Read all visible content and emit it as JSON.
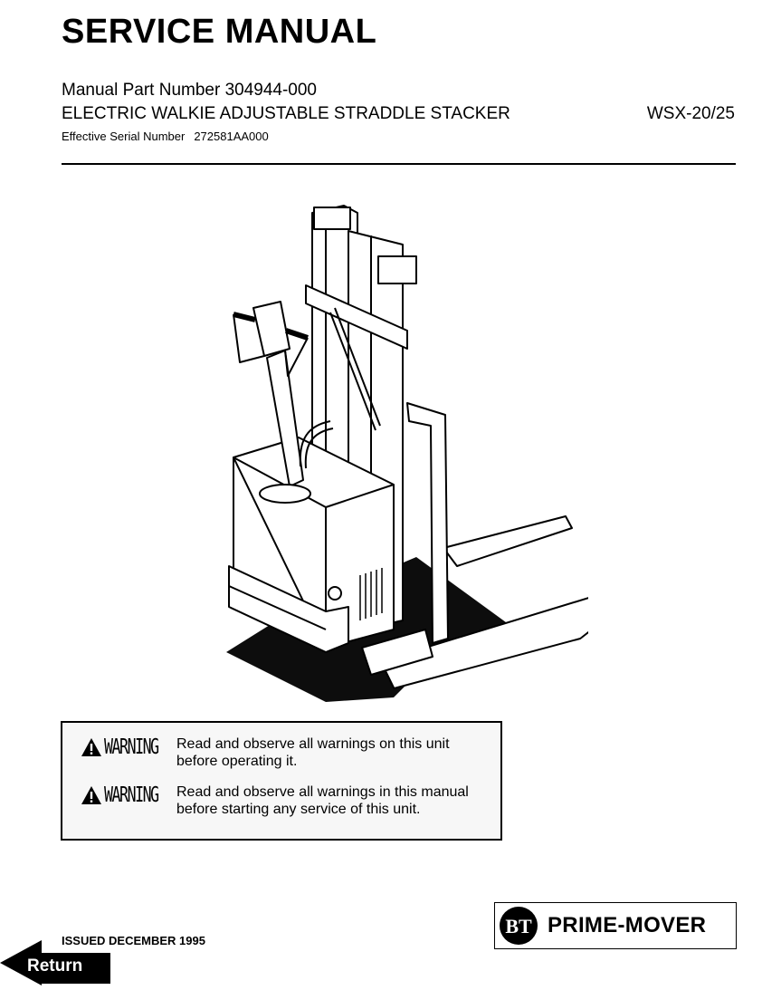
{
  "header": {
    "title": "SERVICE MANUAL",
    "part_number": "Manual Part Number 304944-000",
    "product": "ELECTRIC WALKIE ADJUSTABLE STRADDLE STACKER",
    "model": "WSX-20/25",
    "serial_label": "Effective Serial Number",
    "serial_value": "272581AA000"
  },
  "warnings": [
    {
      "label": "WARNING",
      "text": "Read and observe all warnings on this unit before operating it."
    },
    {
      "label": "WARNING",
      "text": "Read and observe all warnings in this manual before starting any service of this unit."
    }
  ],
  "footer": {
    "issued": "ISSUED DECEMBER 1995",
    "logo_monogram": "BT",
    "brand": "PRIME-MOVER",
    "return_label": "Return"
  }
}
